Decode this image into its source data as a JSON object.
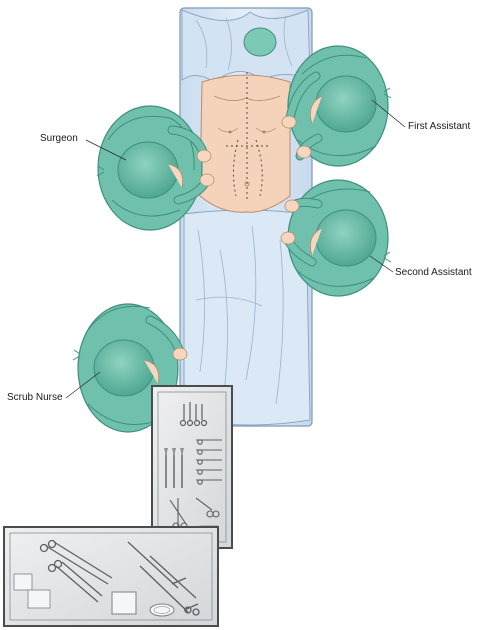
{
  "labels": {
    "surgeon": "Surgeon",
    "first_assistant": "First Assistant",
    "second_assistant": "Second Assistant",
    "scrub_nurse": "Scrub Nurse"
  },
  "colors": {
    "drape": "#dce9f5",
    "drape_line": "#8fa8c2",
    "gown": "#6fc1ad",
    "gown_dark": "#3f8f7c",
    "skin": "#f6d6bf",
    "tray": "#e3e5e6",
    "tray_border": "#4a4d50",
    "instrument": "#6b7178"
  }
}
